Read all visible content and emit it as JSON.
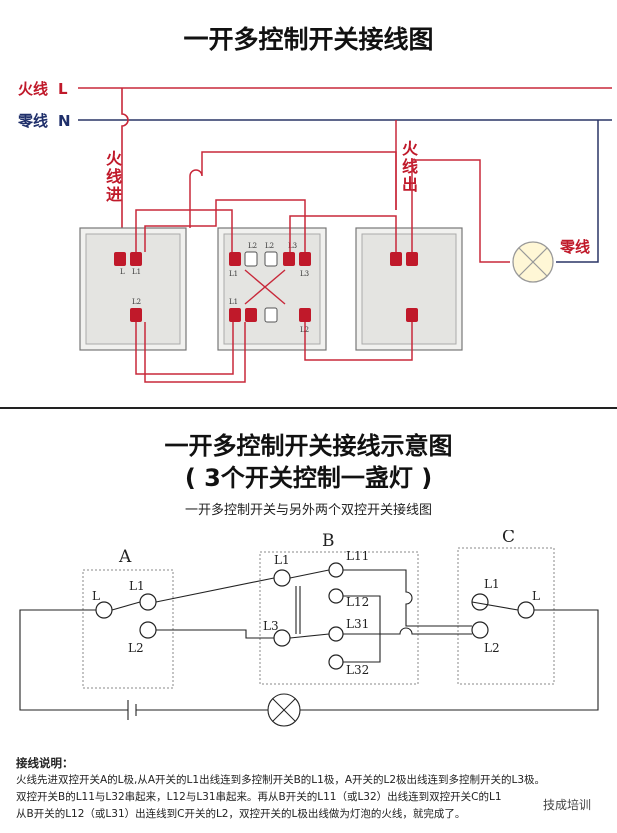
{
  "top": {
    "title": "一开多控制开关接线图",
    "live_label": "火线",
    "live_letter": "L",
    "neutral_label": "零线",
    "neutral_letter": "N",
    "live_in": "火线进",
    "live_out": "火线出",
    "lamp_neutral": "零线",
    "switch_a_terminals": [
      "L",
      "L1",
      "L2"
    ],
    "switch_b_terminals": [
      "L2",
      "L2",
      "L3",
      "L1",
      "L3",
      "L1",
      "L2"
    ]
  },
  "bottom": {
    "title": "一开多控制开关接线示意图",
    "title_sub": "( 3个开关控制一盏灯 )",
    "caption": "一开多控制开关与另外两个双控开关接线图",
    "box_a": "A",
    "box_b": "B",
    "box_c": "C",
    "a_terms": [
      "L",
      "L1",
      "L2"
    ],
    "b_terms": [
      "L1",
      "L11",
      "L12",
      "L3",
      "L31",
      "L32"
    ],
    "c_terms": [
      "L1",
      "L",
      "L2"
    ]
  },
  "notes": {
    "heading": "接线说明：",
    "line1": "火线先进双控开关A的L极,从A开关的L1出线连到多控制开关B的L1极，A开关的L2极出线连到多控制开关的L3极。",
    "line2": "双控开关B的L11与L32串起来，L12与L31串起来。再从B开关的L11（或L32）出线连到双控开关C的L1",
    "line3": "从B开关的L12（或L31）出连线到C开关的L2，双控开关的L极出线做为灯泡的火线，就完成了。"
  },
  "watermark": "技成培训",
  "colors": {
    "wire_red": "#c8283a",
    "wire_navy": "#2a3566",
    "terminal": "#c0192a"
  }
}
